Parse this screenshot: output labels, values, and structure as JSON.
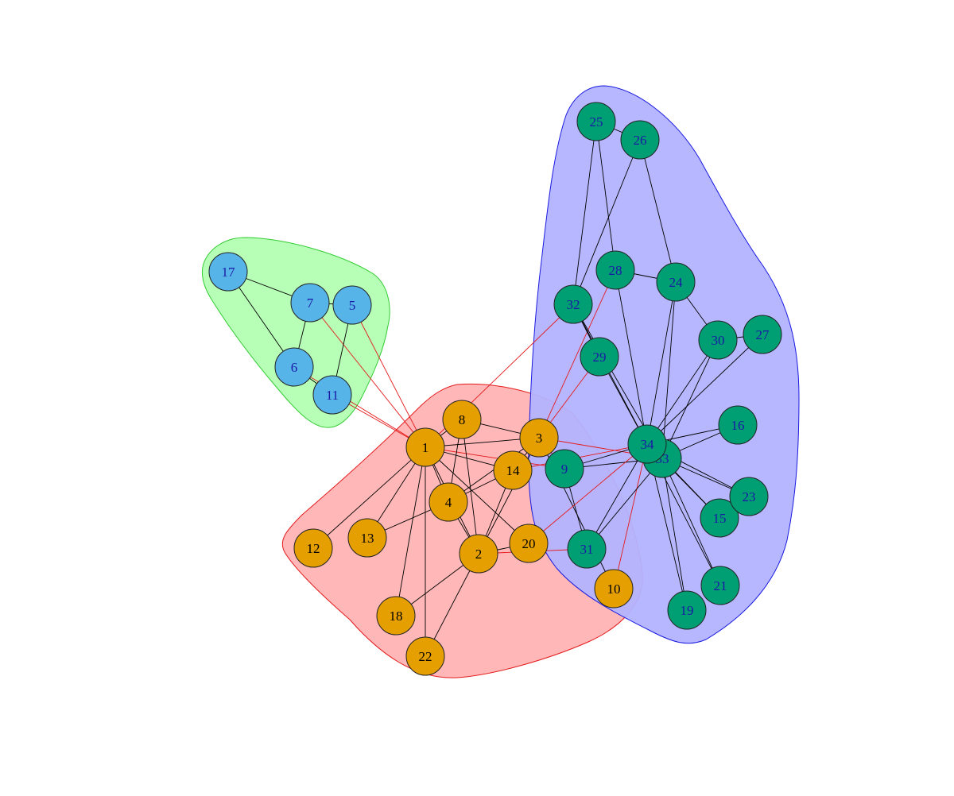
{
  "colors": {
    "background": "#ffffff",
    "edge_within": "#000000",
    "edge_between": "#e41a1c",
    "node_stroke": "#222222",
    "label_community_1": "#000000",
    "label_community_2": "#1a1aa6",
    "label_community_3": "#1a1aa6"
  },
  "communities": [
    {
      "id": 1,
      "node_color": "#e69f00",
      "hull_fill": "#ffb3b3",
      "hull_stroke": "#e41a1c",
      "label_color": "#000000"
    },
    {
      "id": 2,
      "node_color": "#009e73",
      "hull_fill": "#b3b3ff",
      "hull_stroke": "#1a1ae0",
      "label_color": "#1a1aa6"
    },
    {
      "id": 3,
      "node_color": "#56b4e9",
      "hull_fill": "#b3ffb3",
      "hull_stroke": "#33cc33",
      "label_color": "#1a1aa6"
    }
  ],
  "nodes": [
    {
      "label": "1",
      "community": 1
    },
    {
      "label": "2",
      "community": 1
    },
    {
      "label": "3",
      "community": 1
    },
    {
      "label": "4",
      "community": 1
    },
    {
      "label": "5",
      "community": 3
    },
    {
      "label": "6",
      "community": 3
    },
    {
      "label": "7",
      "community": 3
    },
    {
      "label": "8",
      "community": 1
    },
    {
      "label": "9",
      "community": 2
    },
    {
      "label": "10",
      "community": 1
    },
    {
      "label": "11",
      "community": 3
    },
    {
      "label": "12",
      "community": 1
    },
    {
      "label": "13",
      "community": 1
    },
    {
      "label": "14",
      "community": 1
    },
    {
      "label": "15",
      "community": 2
    },
    {
      "label": "16",
      "community": 2
    },
    {
      "label": "17",
      "community": 3
    },
    {
      "label": "18",
      "community": 1
    },
    {
      "label": "19",
      "community": 2
    },
    {
      "label": "20",
      "community": 1
    },
    {
      "label": "21",
      "community": 2
    },
    {
      "label": "22",
      "community": 1
    },
    {
      "label": "23",
      "community": 2
    },
    {
      "label": "24",
      "community": 2
    },
    {
      "label": "25",
      "community": 2
    },
    {
      "label": "26",
      "community": 2
    },
    {
      "label": "27",
      "community": 2
    },
    {
      "label": "28",
      "community": 2
    },
    {
      "label": "29",
      "community": 2
    },
    {
      "label": "30",
      "community": 2
    },
    {
      "label": "31",
      "community": 2
    },
    {
      "label": "32",
      "community": 2
    },
    {
      "label": "33",
      "community": 2
    },
    {
      "label": "34",
      "community": 2
    }
  ],
  "edges": [
    [
      "1",
      "2"
    ],
    [
      "1",
      "3"
    ],
    [
      "1",
      "4"
    ],
    [
      "1",
      "5"
    ],
    [
      "1",
      "6"
    ],
    [
      "1",
      "7"
    ],
    [
      "1",
      "8"
    ],
    [
      "1",
      "9"
    ],
    [
      "1",
      "11"
    ],
    [
      "1",
      "12"
    ],
    [
      "1",
      "13"
    ],
    [
      "1",
      "14"
    ],
    [
      "1",
      "18"
    ],
    [
      "1",
      "20"
    ],
    [
      "1",
      "22"
    ],
    [
      "1",
      "32"
    ],
    [
      "2",
      "3"
    ],
    [
      "2",
      "4"
    ],
    [
      "2",
      "8"
    ],
    [
      "2",
      "14"
    ],
    [
      "2",
      "18"
    ],
    [
      "2",
      "20"
    ],
    [
      "2",
      "22"
    ],
    [
      "2",
      "31"
    ],
    [
      "3",
      "4"
    ],
    [
      "3",
      "8"
    ],
    [
      "3",
      "9"
    ],
    [
      "3",
      "10"
    ],
    [
      "3",
      "14"
    ],
    [
      "3",
      "28"
    ],
    [
      "3",
      "29"
    ],
    [
      "3",
      "33"
    ],
    [
      "4",
      "8"
    ],
    [
      "4",
      "13"
    ],
    [
      "4",
      "14"
    ],
    [
      "5",
      "7"
    ],
    [
      "5",
      "11"
    ],
    [
      "6",
      "7"
    ],
    [
      "6",
      "11"
    ],
    [
      "6",
      "17"
    ],
    [
      "7",
      "17"
    ],
    [
      "9",
      "31"
    ],
    [
      "9",
      "33"
    ],
    [
      "9",
      "34"
    ],
    [
      "10",
      "34"
    ],
    [
      "14",
      "34"
    ],
    [
      "15",
      "33"
    ],
    [
      "15",
      "34"
    ],
    [
      "16",
      "33"
    ],
    [
      "16",
      "34"
    ],
    [
      "19",
      "33"
    ],
    [
      "19",
      "34"
    ],
    [
      "20",
      "34"
    ],
    [
      "21",
      "33"
    ],
    [
      "21",
      "34"
    ],
    [
      "23",
      "33"
    ],
    [
      "23",
      "34"
    ],
    [
      "24",
      "26"
    ],
    [
      "24",
      "28"
    ],
    [
      "24",
      "30"
    ],
    [
      "24",
      "33"
    ],
    [
      "24",
      "34"
    ],
    [
      "25",
      "26"
    ],
    [
      "25",
      "28"
    ],
    [
      "25",
      "32"
    ],
    [
      "26",
      "32"
    ],
    [
      "27",
      "30"
    ],
    [
      "27",
      "34"
    ],
    [
      "28",
      "34"
    ],
    [
      "29",
      "32"
    ],
    [
      "29",
      "34"
    ],
    [
      "30",
      "33"
    ],
    [
      "30",
      "34"
    ],
    [
      "31",
      "33"
    ],
    [
      "31",
      "34"
    ],
    [
      "32",
      "33"
    ],
    [
      "32",
      "34"
    ],
    [
      "33",
      "34"
    ]
  ]
}
